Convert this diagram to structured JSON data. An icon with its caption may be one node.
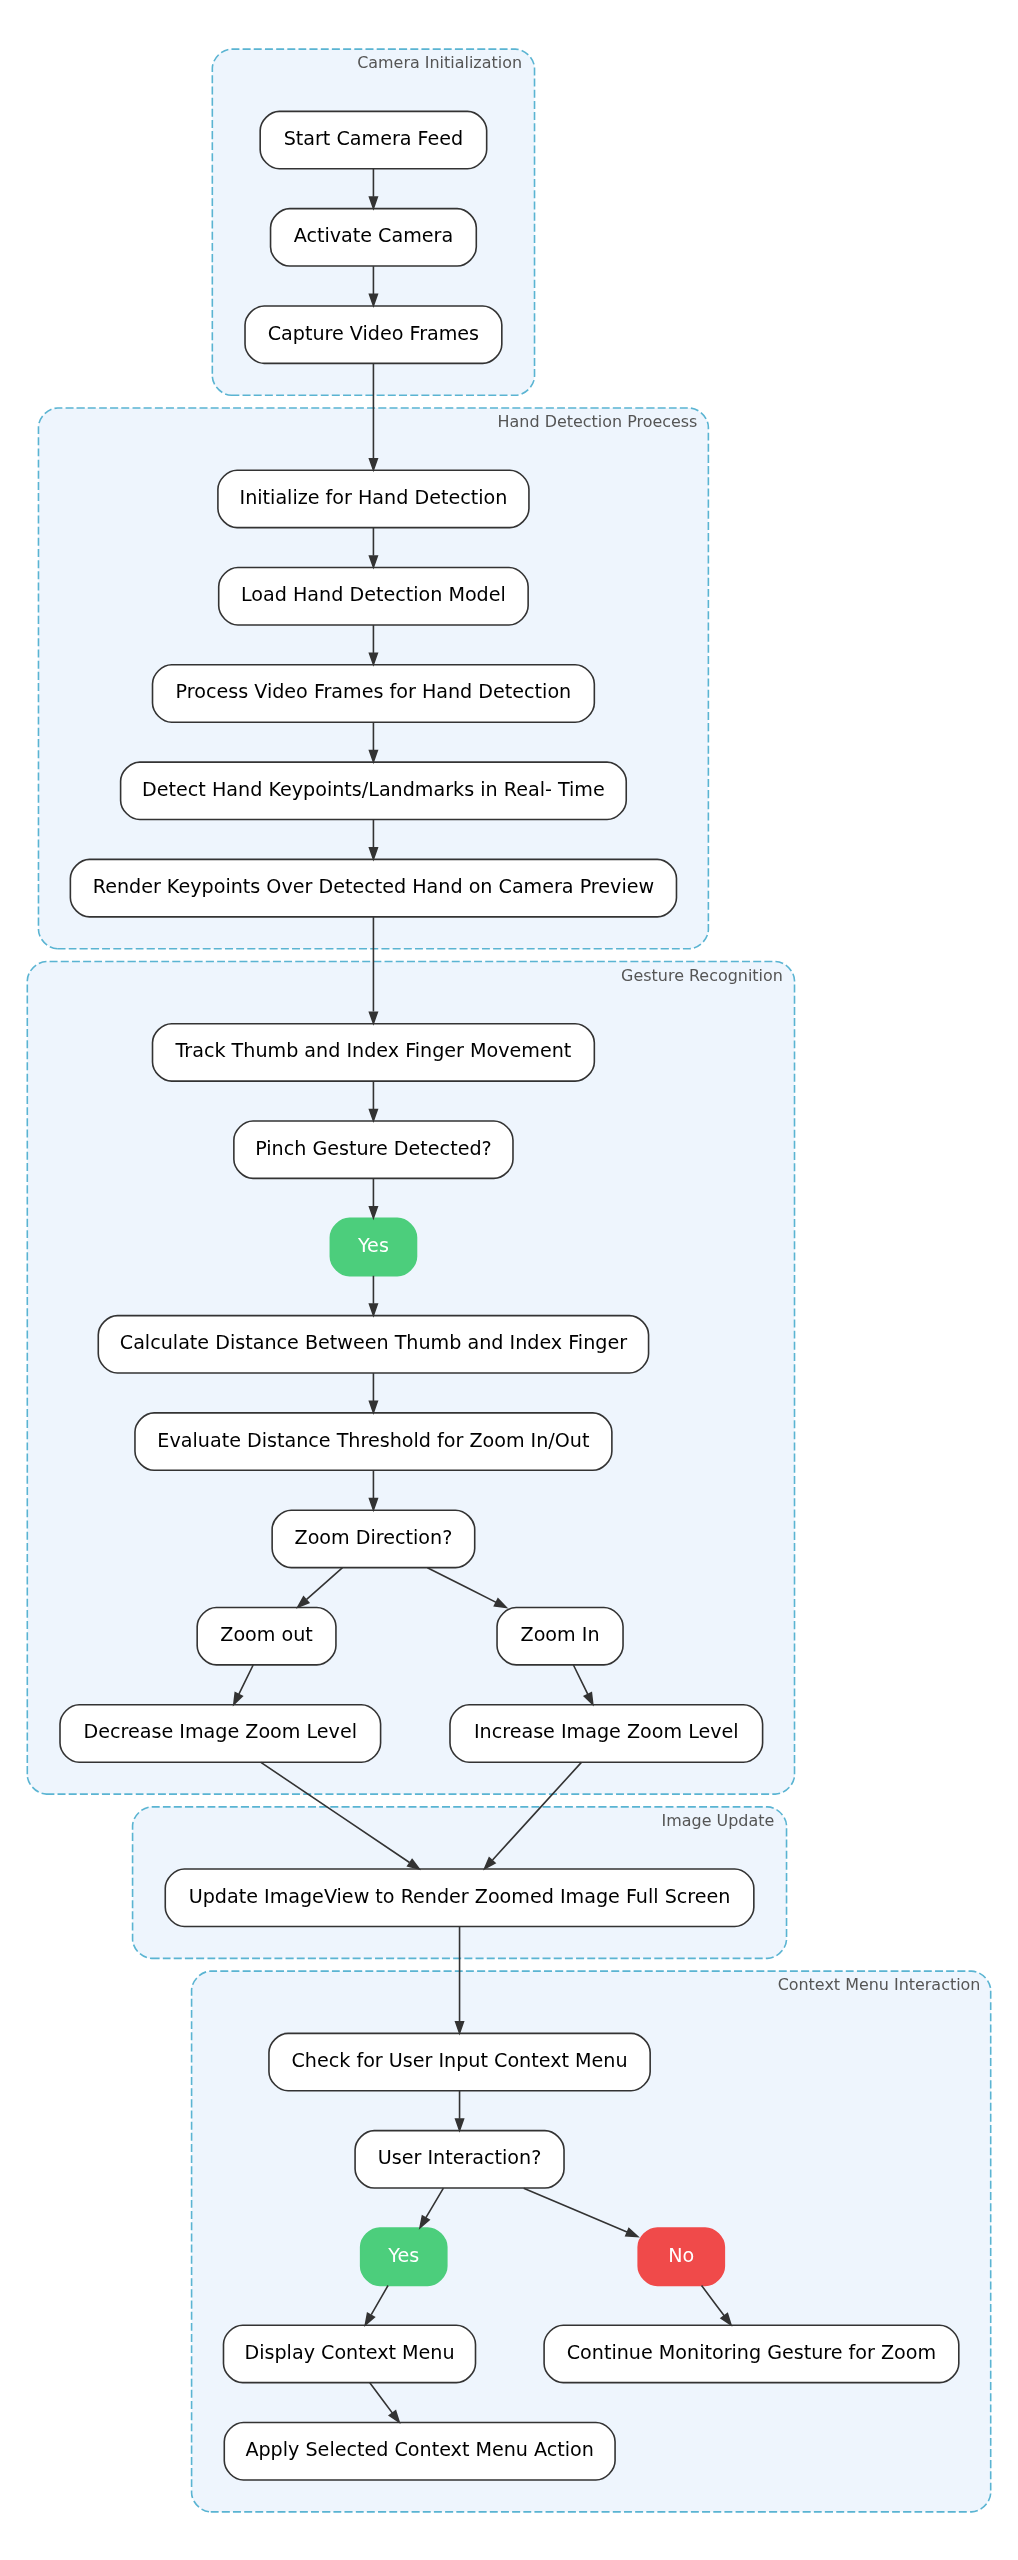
{
  "diagram": {
    "nodes": [
      {
        "text": [
          "Camera Initialization"
        ]
      },
      {
        "text": [
          "Start Camera Feed"
        ],
        "in": 0
      },
      {
        "text": [
          "Activate Camera"
        ],
        "in": 0
      },
      {
        "text": [
          "Capture Video Frames"
        ],
        "in": 0
      },
      {
        "text": [
          "Hand Detection Proecess"
        ]
      },
      {
        "text": [
          "Initialize for Hand Detection"
        ],
        "in": 4
      },
      {
        "text": [
          "Load Hand Detection Model"
        ],
        "in": 4
      },
      {
        "text": [
          "Process Video Frames for Hand Detection"
        ],
        "in": 4
      },
      {
        "text": [
          "Detect Hand Keypoints/Landmarks in Real- Time"
        ],
        "in": 4
      },
      {
        "text": [
          "Render Keypoints Over Detected Hand on Camera Preview"
        ],
        "in": 4
      },
      {
        "text": [
          "Gesture Recognition"
        ]
      },
      {
        "text": [
          "Track Thumb and Index Finger Movement"
        ],
        "in": 10
      },
      {
        "text": [
          "Pinch Gesture Detected?"
        ],
        "in": 10
      },
      {
        "text": [
          "Yes"
        ],
        "in": 10
      },
      {
        "text": [
          "Calculate Distance Between Thumb and Index Finger"
        ],
        "in": 10
      },
      {
        "text": [
          "Evaluate Distance Threshold for Zoom In/Out"
        ],
        "in": 10
      },
      {
        "text": [
          "Zoom Direction?"
        ],
        "in": 10
      },
      {
        "text": [
          "Zoom out"
        ],
        "in": 10
      },
      {
        "text": [
          "Zoom In"
        ],
        "in": 10
      },
      {
        "text": [
          "Decrease Image Zoom Level"
        ],
        "in": 10
      },
      {
        "text": [
          "Increase Image Zoom Level"
        ],
        "in": 10
      },
      {
        "text": [
          "Image Update"
        ]
      },
      {
        "text": [
          "Update ImageView to Render Zoomed Image Full Screen"
        ],
        "in": 21
      },
      {
        "text": [
          "Context Menu Interaction"
        ]
      },
      {
        "text": [
          "Check for User Input Context Menu"
        ],
        "in": 23
      },
      {
        "text": [
          "User Interaction?"
        ],
        "in": 23
      },
      {
        "text": [
          "Yes"
        ],
        "in": 23
      },
      {
        "text": [
          "No"
        ],
        "in": 23
      },
      {
        "text": [
          "Display Context Menu"
        ],
        "in": 23
      },
      {
        "text": [
          "Continue Monitoring Gesture for Zoom"
        ],
        "in": 23
      },
      {
        "text": [
          "Apply Selected Context Menu Action"
        ],
        "in": 23
      }
    ],
    "edges": [
      {
        "from": 1,
        "to": 2,
        "arrow": "to"
      },
      {
        "from": 2,
        "to": 3,
        "arrow": "to"
      },
      {
        "from": 3,
        "to": 5,
        "arrow": "to"
      },
      {
        "from": 5,
        "to": 6,
        "arrow": "to"
      },
      {
        "from": 6,
        "to": 7,
        "arrow": "to"
      },
      {
        "from": 7,
        "to": 8,
        "arrow": "to"
      },
      {
        "from": 8,
        "to": 9,
        "arrow": "to"
      },
      {
        "from": 9,
        "to": 11,
        "arrow": "to"
      },
      {
        "from": 11,
        "to": 12,
        "arrow": "to"
      },
      {
        "from": 12,
        "to": 13,
        "arrow": "to"
      },
      {
        "from": 13,
        "to": 14,
        "arrow": "to"
      },
      {
        "from": 14,
        "to": 15,
        "arrow": "to"
      },
      {
        "from": 15,
        "to": 16,
        "arrow": "to"
      },
      {
        "from": 16,
        "to": 17,
        "arrow": "to"
      },
      {
        "from": 16,
        "to": 18,
        "arrow": "to"
      },
      {
        "from": 17,
        "to": 19,
        "arrow": "to"
      },
      {
        "from": 18,
        "to": 20,
        "arrow": "to"
      },
      {
        "from": 19,
        "to": 22,
        "arrow": "to"
      },
      {
        "from": 20,
        "to": 22,
        "arrow": "to"
      },
      {
        "from": 22,
        "to": 24,
        "arrow": "to"
      },
      {
        "from": 24,
        "to": 25,
        "arrow": "to"
      },
      {
        "from": 25,
        "to": 26,
        "arrow": "to"
      },
      {
        "from": 25,
        "to": 27,
        "arrow": "to"
      },
      {
        "from": 26,
        "to": 28,
        "arrow": "to"
      },
      {
        "from": 27,
        "to": 29,
        "arrow": "to"
      },
      {
        "from": 28,
        "to": 30,
        "arrow": "to"
      }
    ]
  }
}
